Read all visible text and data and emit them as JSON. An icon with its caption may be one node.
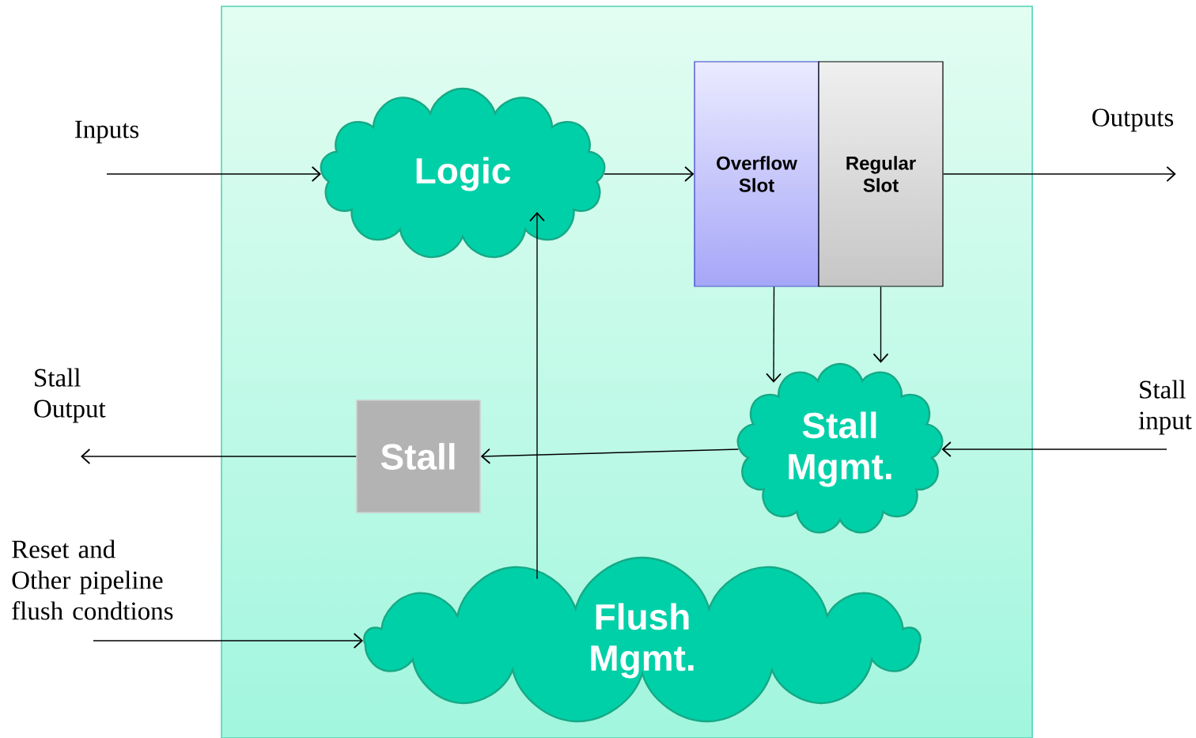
{
  "diagram": {
    "nodes": [
      {
        "text": [],
        "shape": "box"
      },
      {
        "text": [
          "Inputs"
        ]
      },
      {
        "text": [
          "Logic"
        ],
        "in": 0
      },
      {
        "text": [
          "Overflow Slot"
        ],
        "in": 0
      },
      {
        "text": [
          "Regular Slot"
        ],
        "in": 0
      },
      {
        "text": [
          "Outputs"
        ]
      },
      {
        "text": [
          "Stall Output"
        ]
      },
      {
        "text": [
          "Stall"
        ],
        "in": 0
      },
      {
        "text": [
          "Stall Mgmt."
        ],
        "in": 0
      },
      {
        "text": [
          "Stall input"
        ]
      },
      {
        "text": [
          "Reset and Other pipeline flush condtions"
        ]
      },
      {
        "text": [
          "Flush Mgmt."
        ],
        "in": 0
      }
    ],
    "edges": [
      {
        "from": 1,
        "to": 2,
        "arrow": "to"
      },
      {
        "from": 2,
        "to": 3,
        "arrow": "to"
      },
      {
        "from": 4,
        "to": 5,
        "arrow": "to"
      },
      {
        "from": 3,
        "to": 8,
        "arrow": "to"
      },
      {
        "from": 4,
        "to": 8,
        "arrow": "to"
      },
      {
        "from": 9,
        "to": 8,
        "arrow": "to"
      },
      {
        "from": 8,
        "to": 7,
        "arrow": "to"
      },
      {
        "from": 7,
        "to": 6,
        "arrow": "to"
      },
      {
        "from": 11,
        "to": 2,
        "arrow": "to"
      },
      {
        "from": 10,
        "to": 11,
        "arrow": "to"
      }
    ]
  }
}
